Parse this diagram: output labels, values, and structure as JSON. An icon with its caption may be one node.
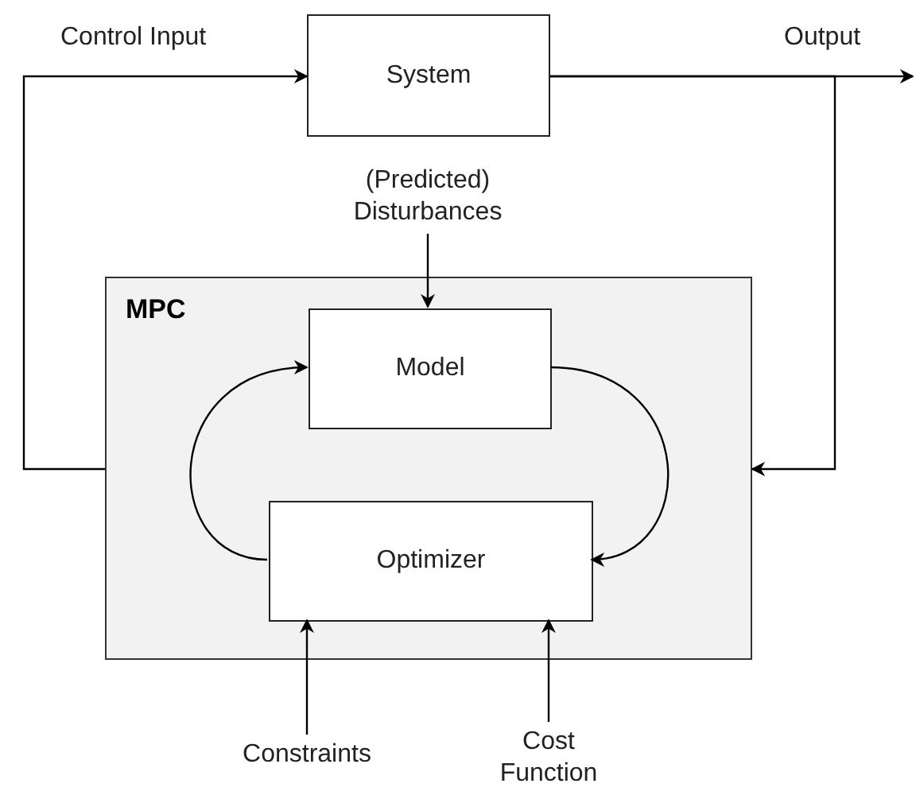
{
  "diagram": {
    "nodes": [
      {
        "text": [
          "System"
        ]
      },
      {
        "text": [
          "MPC"
        ]
      },
      {
        "text": [
          "Model"
        ],
        "in": 1
      },
      {
        "text": [
          "Optimizer"
        ],
        "in": 1
      },
      {
        "text": [
          "(Predicted) Disturbances"
        ]
      },
      {
        "text": [
          "Constraints"
        ]
      },
      {
        "text": [
          "Cost Function"
        ]
      }
    ],
    "edges": [
      {
        "from": 1,
        "to": 0,
        "arrow": "to",
        "label": "Control Input"
      },
      {
        "from": 0,
        "to": null,
        "arrow": "to",
        "label": "Output"
      },
      {
        "from": 0,
        "to": 1,
        "arrow": "to"
      },
      {
        "from": 4,
        "to": 2,
        "arrow": "to"
      },
      {
        "from": 5,
        "to": 3,
        "arrow": "to"
      },
      {
        "from": 6,
        "to": 3,
        "arrow": "to"
      },
      {
        "from": 3,
        "to": 2,
        "arrow": "to"
      },
      {
        "from": 2,
        "to": 3,
        "arrow": "to"
      }
    ]
  }
}
